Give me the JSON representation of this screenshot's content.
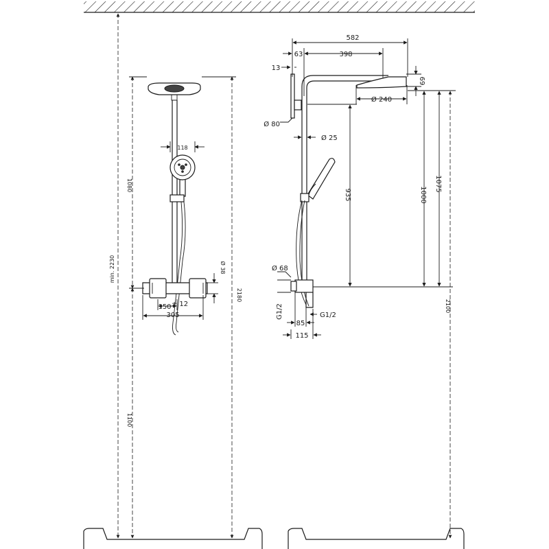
{
  "front_view": {
    "dim_1080": "1080",
    "dim_min_2230": "min. 2230",
    "dim_118": "118",
    "dim_d38": "Ø 38",
    "dim_2180": "2180",
    "dim_150": "150",
    "dim_12": "± 12",
    "dim_305": "305",
    "dim_1100": "1100"
  },
  "side_view": {
    "dim_582": "582",
    "dim_63": "63",
    "dim_398": "398",
    "dim_13": "13",
    "dim_69": "69",
    "dim_d240": "Ø 240",
    "dim_d80": "Ø 80",
    "dim_d25": "Ø 25",
    "dim_935": "935",
    "dim_1000": "1000",
    "dim_1075": "1075",
    "dim_d68": "Ø 68",
    "dim_g12_left": "G1/2",
    "dim_g12_right": "G1/2",
    "dim_85": "85",
    "dim_115": "115",
    "dim_2100": "2100"
  }
}
